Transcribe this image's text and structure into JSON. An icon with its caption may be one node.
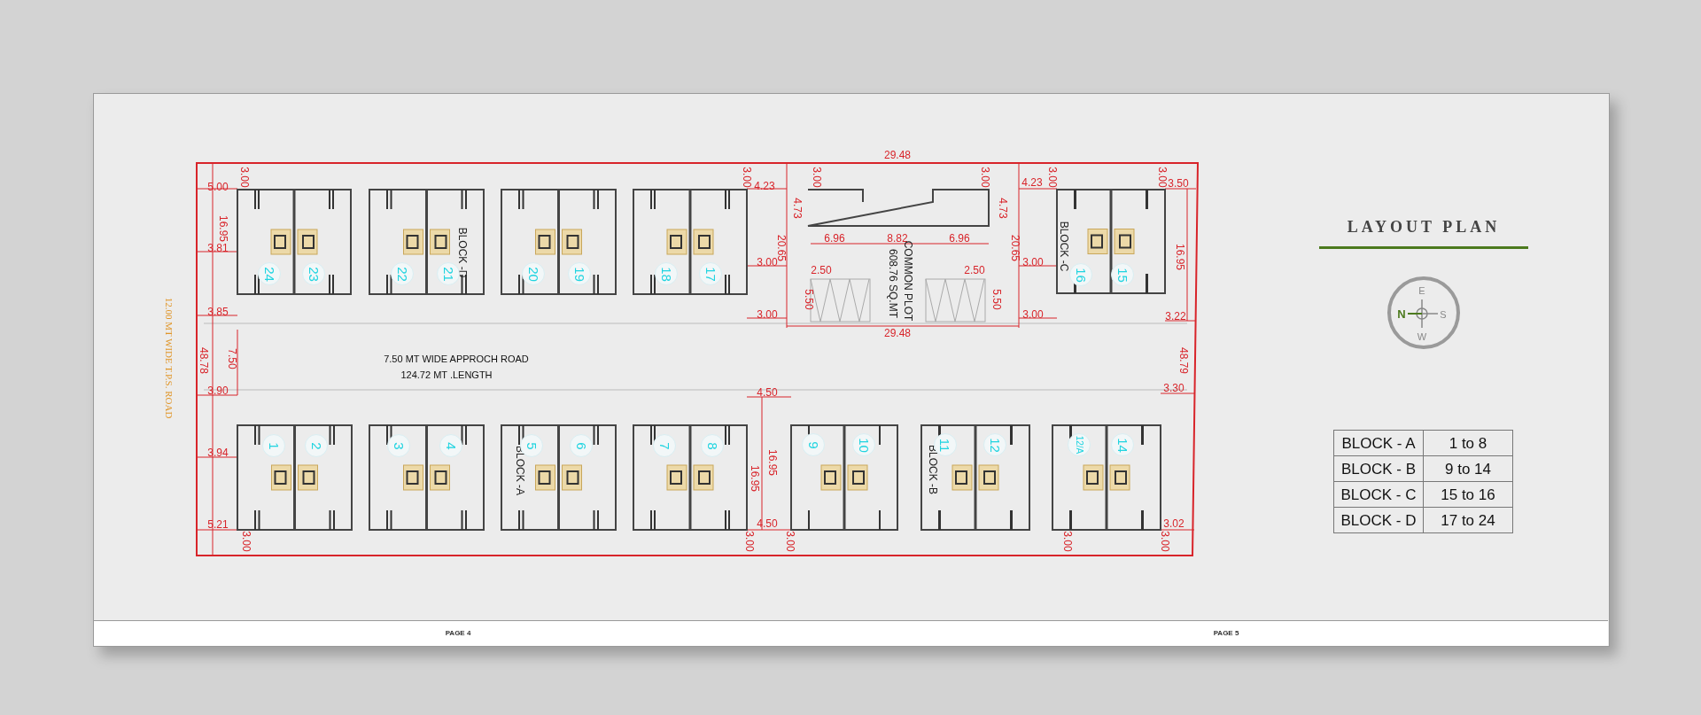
{
  "diagram": {
    "title": "LAYOUT PLAN",
    "nodes": [
      {
        "text": [
          "24"
        ]
      },
      {
        "text": [
          "23"
        ]
      },
      {
        "text": [
          "22"
        ]
      },
      {
        "text": [
          "21"
        ]
      },
      {
        "text": [
          "20"
        ]
      },
      {
        "text": [
          "19"
        ]
      },
      {
        "text": [
          "18"
        ]
      },
      {
        "text": [
          "17"
        ]
      },
      {
        "text": [
          "16"
        ]
      },
      {
        "text": [
          "15"
        ]
      },
      {
        "text": [
          "1"
        ]
      },
      {
        "text": [
          "2"
        ]
      },
      {
        "text": [
          "3"
        ]
      },
      {
        "text": [
          "4"
        ]
      },
      {
        "text": [
          "5"
        ]
      },
      {
        "text": [
          "6"
        ]
      },
      {
        "text": [
          "7"
        ]
      },
      {
        "text": [
          "8"
        ]
      },
      {
        "text": [
          "9"
        ]
      },
      {
        "text": [
          "10"
        ]
      },
      {
        "text": [
          "11"
        ]
      },
      {
        "text": [
          "12"
        ]
      },
      {
        "text": [
          "12/A"
        ]
      },
      {
        "text": [
          "14"
        ]
      }
    ],
    "labels": [
      "12.00 MT WIDE T.P.S. ROAD",
      "29.48",
      "3.00",
      "5.00",
      "3.00",
      "4.23",
      "3.00",
      "3.00",
      "4.23",
      "3.00",
      "3.00",
      "3.50",
      "4.73",
      "4.73",
      "16.95",
      "6.96",
      "8.82",
      "6.96",
      "20.65",
      "20.65",
      "16.95",
      "3.81",
      "BLOCK -D",
      "BLOCK -C",
      "3.00",
      "2.50",
      "2.50",
      "3.00",
      "608.76 SQ.MT",
      "COMMON PLOT",
      "5.50",
      "5.50",
      "3.85",
      "3.00",
      "3.00",
      "3.22",
      "29.48",
      "48.78",
      "7.50",
      "7.50 MT WIDE APPROCH ROAD",
      "124.72 MT .LENGTH",
      "48.79",
      "3.90",
      "4.50",
      "3.30",
      "3.94",
      "16.95",
      "16.95",
      "BLOCK -A",
      "BLOCK -B",
      "5.21",
      "4.50",
      "3.02",
      "3.00",
      "3.00",
      "3.00",
      "3.00",
      "3.00",
      "E",
      "N",
      "S",
      "W",
      "BLOCK - A",
      "1 to 8",
      "BLOCK - B",
      "9 to 14",
      "BLOCK - C",
      "15 to 16",
      "BLOCK - D",
      "17 to 24",
      "PAGE 4",
      "PAGE 5"
    ]
  }
}
